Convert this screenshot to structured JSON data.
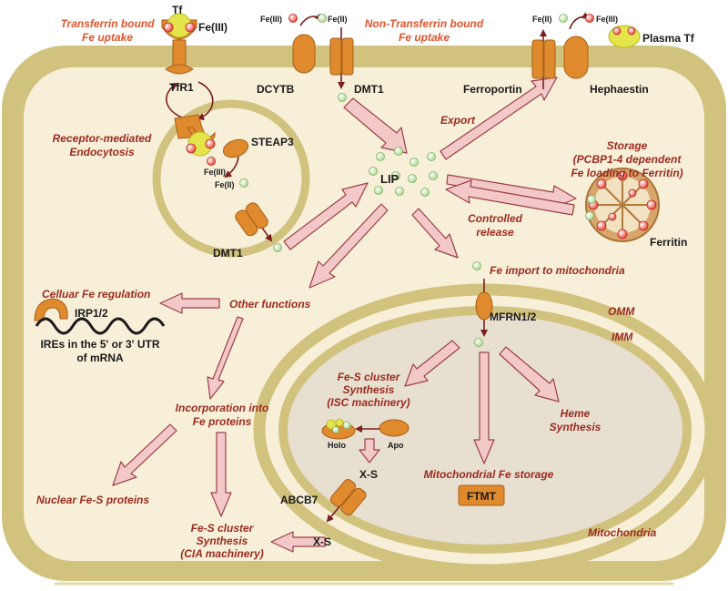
{
  "labels": {
    "tf": "Tf",
    "fe3_top": "Fe(III)",
    "tf_uptake_line1": "Transferrin bound",
    "tf_uptake_line2": "Fe uptake",
    "tfr1": "TfR1",
    "rme_line1": "Receptor-mediated",
    "rme_line2": "Endocytosis",
    "steap3": "STEAP3",
    "endo_fe3": "Fe(III)",
    "endo_fe2": "Fe(II)",
    "dmt1_endo": "DMT1",
    "dcytb_fe3": "Fe(III)",
    "dcytb_fe2": "Fe(II)",
    "dcytb": "DCYTB",
    "dmt1_top": "DMT1",
    "ntbi_line1": "Non-Transferrin bound",
    "ntbi_line2": "Fe uptake",
    "fpn_fe2": "Fe(II)",
    "heph_fe3": "Fe(III)",
    "plasma_tf": "Plasma Tf",
    "ferroportin": "Ferroportin",
    "hephaestin": "Hephaestin",
    "export": "Export",
    "lip": "LIP",
    "storage_line1": "Storage",
    "storage_line2": "(PCBP1-4 dependent",
    "storage_line3": "Fe loading to Ferritin)",
    "controlled_line1": "Controlled",
    "controlled_line2": "release",
    "ferritin": "Ferritin",
    "mito_import": "Fe import to mitochondria",
    "cellular_reg": "Celluar Fe regulation",
    "other_functions": "Other functions",
    "irp": "IRP1/2",
    "ires_line1": "IREs in the 5' or 3' UTR",
    "ires_line2": "of mRNA",
    "omm": "OMM",
    "imm": "IMM",
    "mfrn": "MFRN1/2",
    "fes_isc_line1": "Fe-S cluster",
    "fes_isc_line2": "Synthesis",
    "fes_isc_line3": "(ISC machinery)",
    "heme_line1": "Heme",
    "heme_line2": "Synthesis",
    "holo": "Holo",
    "apo": "Apo",
    "xs_upper": "X-S",
    "mito_storage": "Mitochondrial Fe storage",
    "ftmt": "FTMT",
    "abcb7": "ABCB7",
    "xs_lower": "X-S",
    "incorp_line1": "Incorporation into",
    "incorp_line2": "Fe proteins",
    "nuclear": "Nuclear Fe-S proteins",
    "cia_line1": "Fe-S cluster",
    "cia_line2": "Synthesis",
    "cia_line3": "(CIA machinery)",
    "mitochondria": "Mitochondria"
  },
  "colors": {
    "cytoplasm": "#f7efd8",
    "membrane": "#d1c27e",
    "protein": "#e08a2e",
    "arrow_fill": "#f3c8c8",
    "arrow_stroke": "#9b4048",
    "mito_matrix": "#e7dfd0",
    "fe2": "#d7efc9",
    "fe3": "#f05a4a",
    "transferrin": "#e3e54a",
    "label_red": "#9b2b20",
    "label_orange": "#e2532c"
  }
}
